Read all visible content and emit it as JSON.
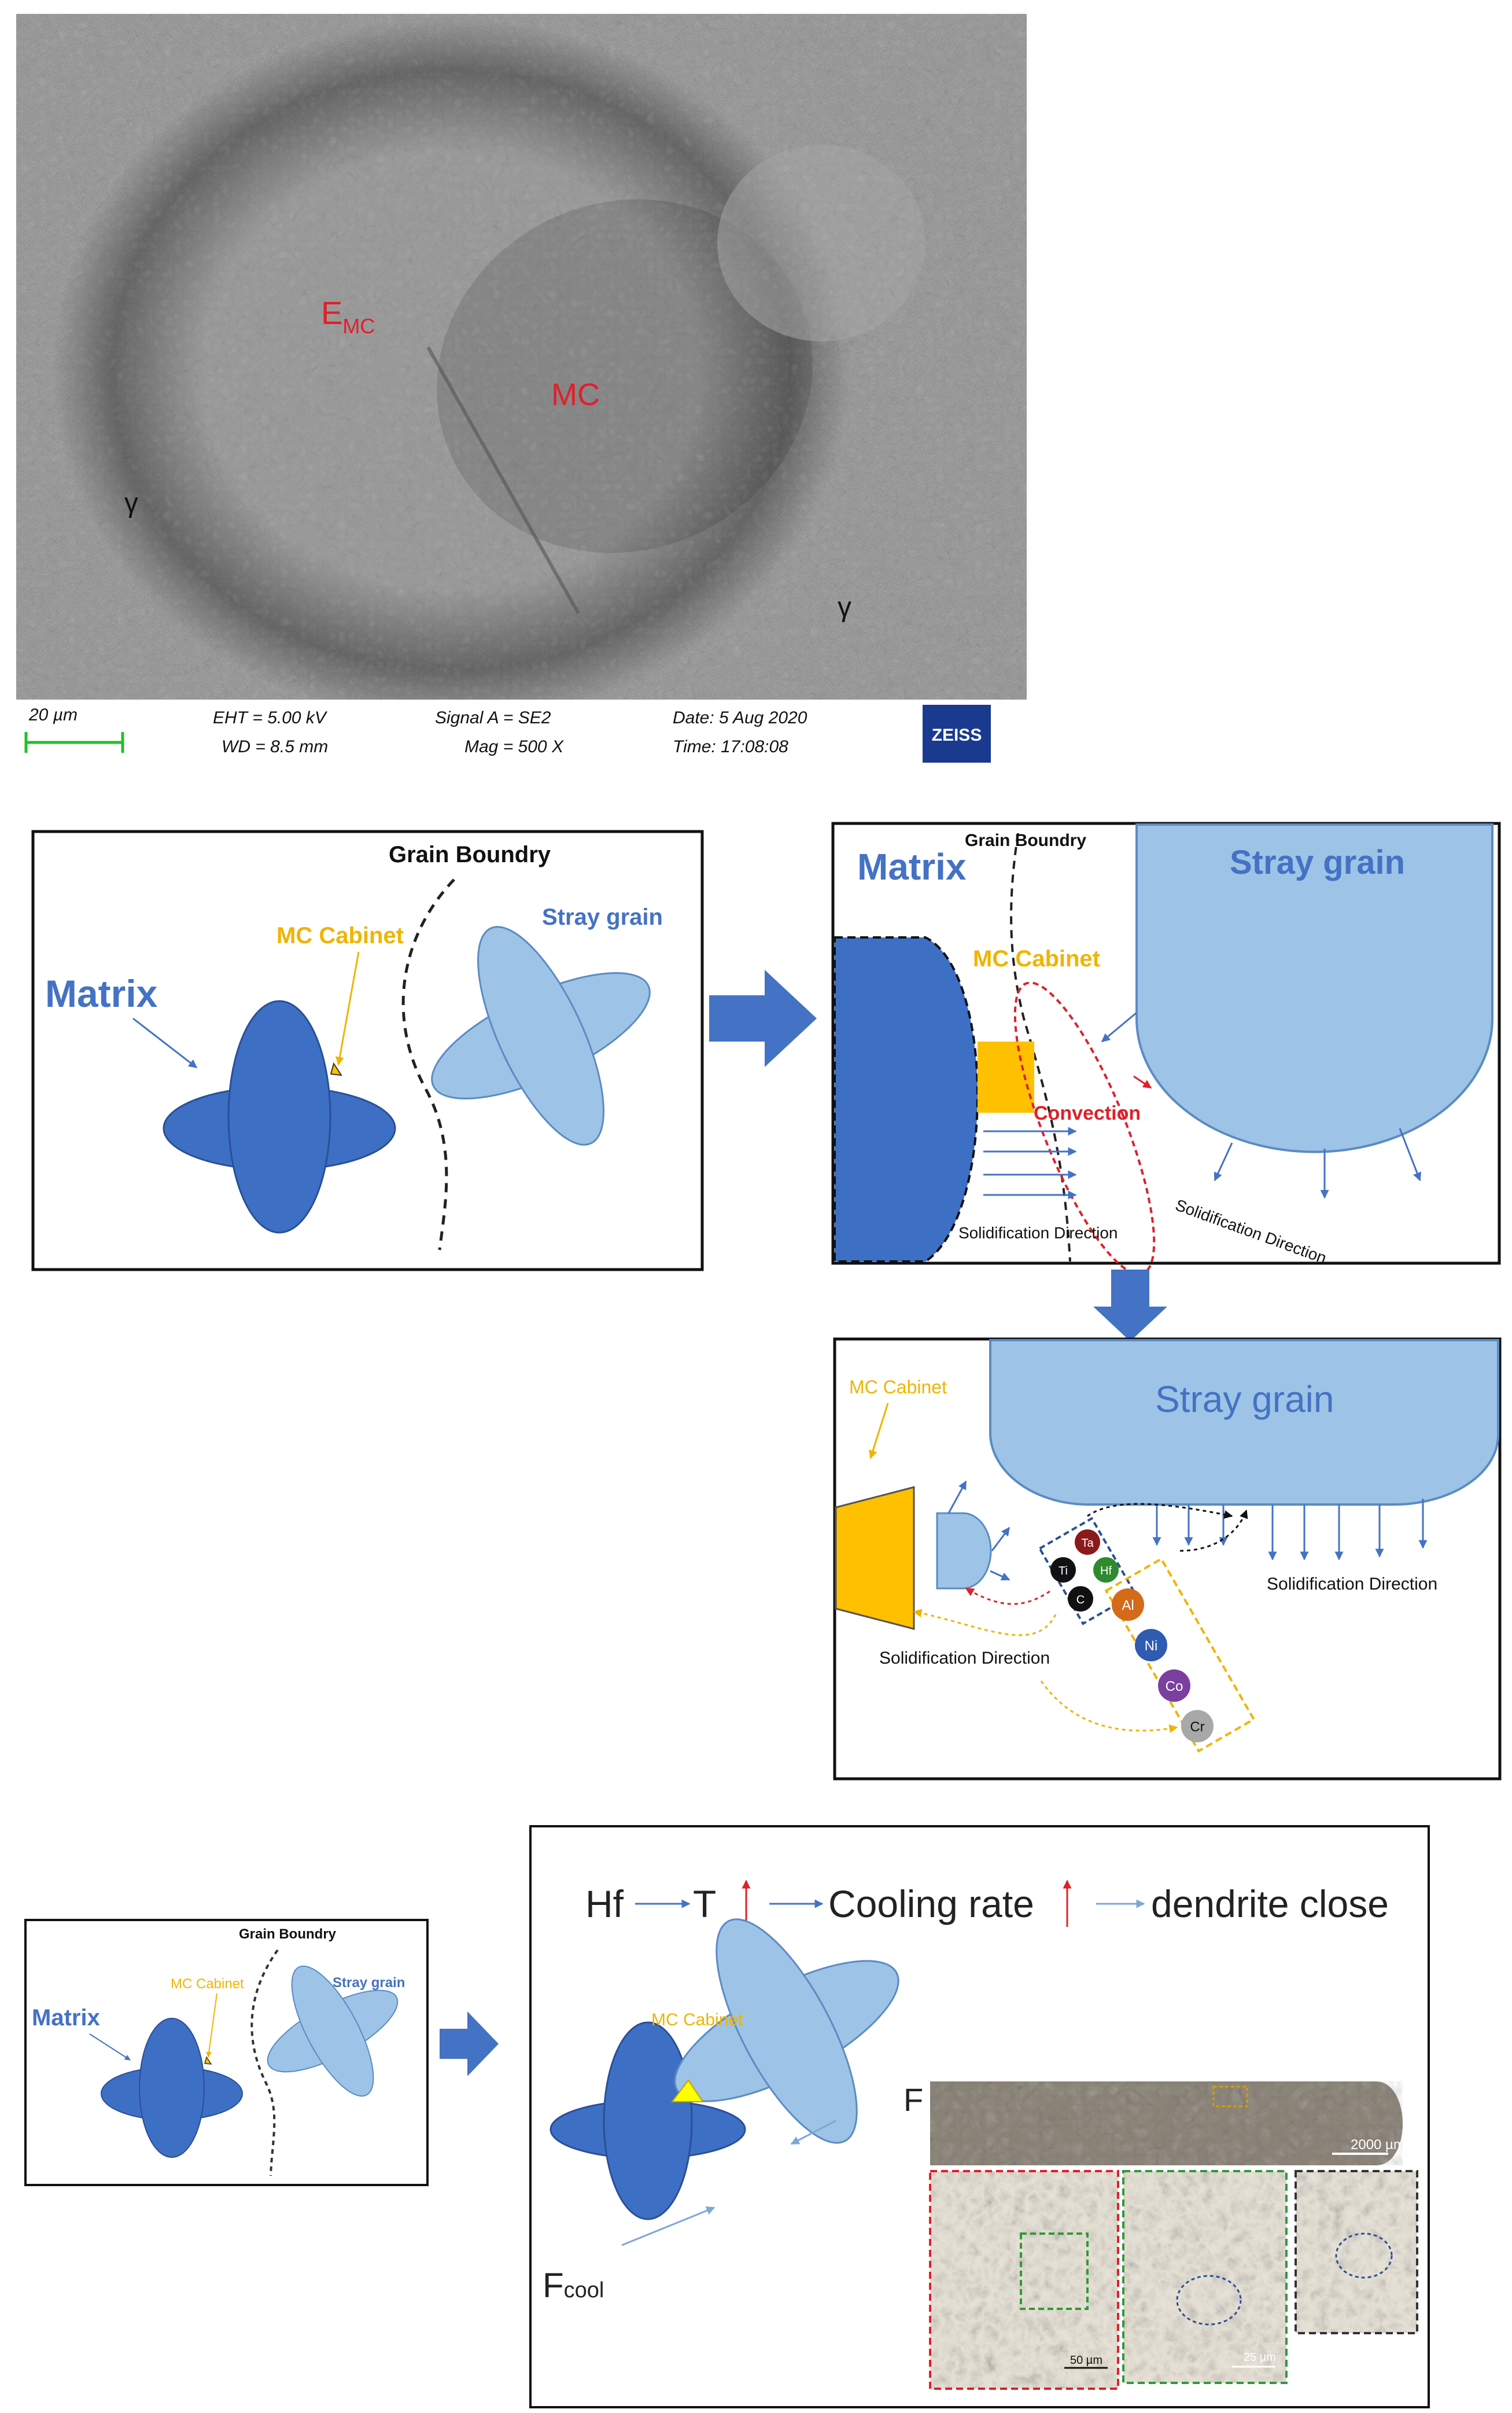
{
  "sem": {
    "labels": {
      "emc_main": "E",
      "emc_sub": "MC",
      "mc": "MC",
      "gamma_left": "γ",
      "gamma_right": "γ"
    },
    "databar": {
      "scale": "20 µm",
      "eht": "EHT =  5.00 kV",
      "wd": "WD =  8.5 mm",
      "signal": "Signal A = SE2",
      "mag": "Mag =    500 X",
      "date": "Date: 5 Aug 2020",
      "time": "Time: 17:08:08",
      "brand": "ZEISS"
    }
  },
  "panel1": {
    "grain_boundary": "Grain Boundry",
    "matrix": "Matrix",
    "mc_cabinet": "MC Cabinet",
    "stray_grain": "Stray grain"
  },
  "panel2": {
    "grain_boundary": "Grain Boundry",
    "matrix": "Matrix",
    "stray_grain": "Stray grain",
    "mc_cabinet": "MC Cabinet",
    "convection": "Convection",
    "solid_dir_1": "Solidification Direction",
    "solid_dir_2": "Solidification Direction"
  },
  "panel3": {
    "mc_cabinet": "MC Cabinet",
    "stray_grain": "Stray grain",
    "solid_dir_1": "Solidification Direction",
    "solid_dir_2": "Solidification Direction",
    "elements_small": [
      "Ti",
      "Ta",
      "C",
      "Hf"
    ],
    "elements_large": [
      "Al",
      "Ni",
      "Co",
      "Cr"
    ]
  },
  "panel4": {
    "grain_boundary": "Grain Boundry",
    "matrix": "Matrix",
    "mc_cabinet": "MC Cabinet",
    "stray_grain": "Stray grain"
  },
  "panel5": {
    "eq_hf": "Hf",
    "eq_t": "T",
    "eq_cooling": "Cooling rate",
    "eq_dendrite": "dendrite close",
    "mc_cabinet": "MC Cabinet",
    "f_label": "F",
    "f_cool_main": "F",
    "f_cool_sub": "cool",
    "micro_scale_main": "2000 µm",
    "micro_scale_1": "50 µm",
    "micro_scale_2": "25 µm"
  },
  "colors": {
    "matrix_blue": "#3d6fc5",
    "matrix_dark": "#2f5bb0",
    "stray_blue": "#9dc3e6",
    "gold": "#ffc000",
    "mc_text": "#f0b400",
    "red": "#e0202a",
    "arrow_blue": "#4472c4"
  },
  "icons": [
    "right-arrow-icon",
    "down-arrow-icon",
    "zeiss-logo-icon"
  ]
}
